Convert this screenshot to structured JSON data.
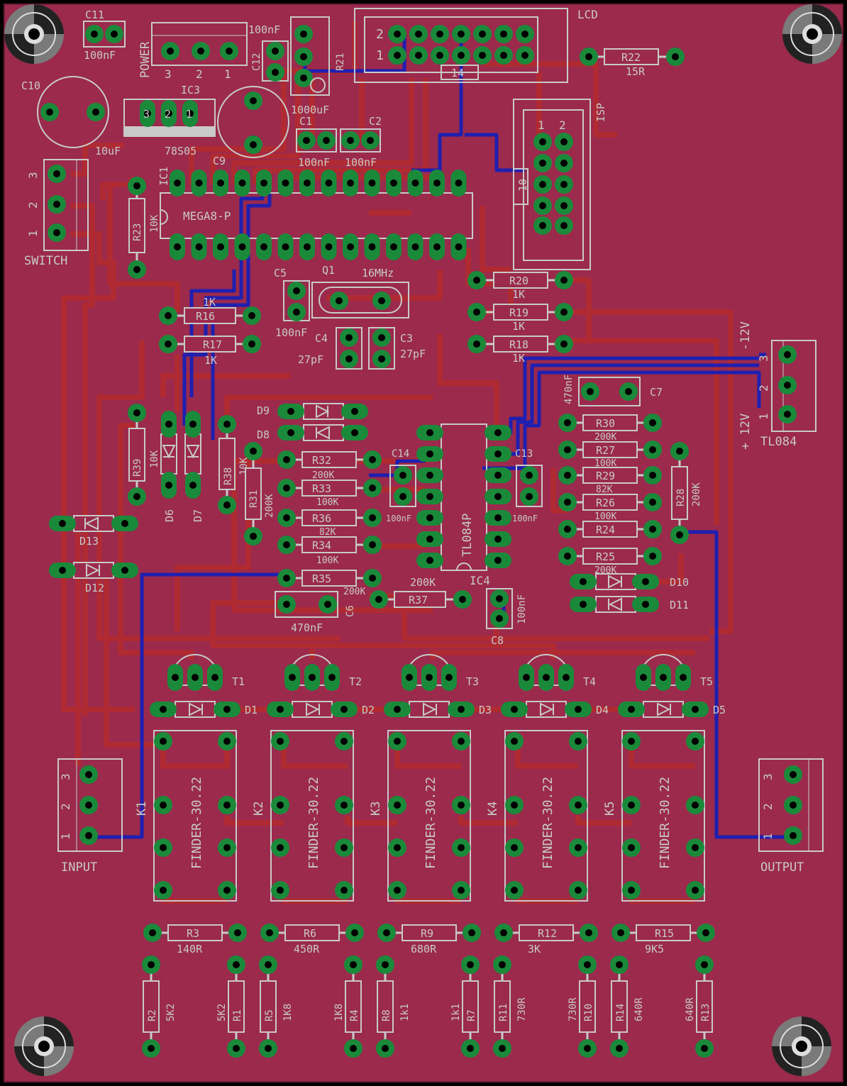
{
  "colors": {
    "background": "#000000",
    "board": "#9b2a4d",
    "top_copper": "#b02a32",
    "bottom_copper": "#1f1fb0",
    "pad": "#1a8a3a",
    "drill": "#000000",
    "silkscreen": "#c9c9c9"
  },
  "components": [
    {
      "ref": "C11",
      "value": "100nF"
    },
    {
      "ref": "POWER",
      "pins": [
        "3",
        "2",
        "1"
      ]
    },
    {
      "ref": "C12",
      "value": "100nF"
    },
    {
      "ref": "R21",
      "value": ""
    },
    {
      "ref": "LCD",
      "pins": [
        "2",
        "1",
        "14"
      ]
    },
    {
      "ref": "R22",
      "value": "15R"
    },
    {
      "ref": "C10",
      "value": "10uF"
    },
    {
      "ref": "IC3",
      "value": "78S05",
      "pins": [
        "3",
        "2",
        "1"
      ]
    },
    {
      "ref": "C9",
      "value": "1000uF"
    },
    {
      "ref": "C1",
      "value": "100nF"
    },
    {
      "ref": "C2",
      "value": "100nF"
    },
    {
      "ref": "ISP",
      "pins": [
        "1",
        "2",
        "10"
      ]
    },
    {
      "ref": "SWITCH",
      "pins": [
        "3",
        "2",
        "1"
      ]
    },
    {
      "ref": "IC1",
      "value": "MEGA8-P"
    },
    {
      "ref": "R23",
      "value": "10K"
    },
    {
      "ref": "Q1",
      "value": "16MHz"
    },
    {
      "ref": "C5",
      "value": "100nF"
    },
    {
      "ref": "C4",
      "value": "27pF"
    },
    {
      "ref": "C3",
      "value": "27pF"
    },
    {
      "ref": "R20",
      "value": "1K"
    },
    {
      "ref": "R19",
      "value": "1K"
    },
    {
      "ref": "R18",
      "value": "1K"
    },
    {
      "ref": "R16",
      "value": "1K"
    },
    {
      "ref": "R17",
      "value": "1K"
    },
    {
      "ref": "TL084",
      "pins": [
        "3",
        "2",
        "1"
      ],
      "labels": [
        "-12V",
        "+ 12V"
      ]
    },
    {
      "ref": "C7",
      "value": "470nF"
    },
    {
      "ref": "R39",
      "value": "10K"
    },
    {
      "ref": "R38",
      "value": "10K"
    },
    {
      "ref": "D6",
      "value": ""
    },
    {
      "ref": "D7",
      "value": ""
    },
    {
      "ref": "D9",
      "value": ""
    },
    {
      "ref": "D8",
      "value": ""
    },
    {
      "ref": "R31",
      "value": "200K"
    },
    {
      "ref": "R32",
      "value": "200K"
    },
    {
      "ref": "R33",
      "value": "100K"
    },
    {
      "ref": "R36",
      "value": "82K"
    },
    {
      "ref": "R34",
      "value": "100K"
    },
    {
      "ref": "R35",
      "value": "200K"
    },
    {
      "ref": "C14",
      "value": "100nF"
    },
    {
      "ref": "IC4",
      "value": "TL084P"
    },
    {
      "ref": "C13",
      "value": "100nF"
    },
    {
      "ref": "R30",
      "value": "200K"
    },
    {
      "ref": "R27",
      "value": "100K"
    },
    {
      "ref": "R29",
      "value": "82K"
    },
    {
      "ref": "R26",
      "value": "100K"
    },
    {
      "ref": "R24",
      "value": "200K"
    },
    {
      "ref": "R25",
      "value": ""
    },
    {
      "ref": "R28",
      "value": "200K"
    },
    {
      "ref": "D13",
      "value": ""
    },
    {
      "ref": "D12",
      "value": ""
    },
    {
      "ref": "D10",
      "value": ""
    },
    {
      "ref": "D11",
      "value": ""
    },
    {
      "ref": "R37",
      "value": "200K"
    },
    {
      "ref": "C6",
      "value": "470nF"
    },
    {
      "ref": "C8",
      "value": "100nF"
    },
    {
      "ref": "INPUT",
      "pins": [
        "3",
        "2",
        "1"
      ]
    },
    {
      "ref": "OUTPUT",
      "pins": [
        "3",
        "2",
        "1"
      ]
    }
  ],
  "stages": [
    {
      "transistor": "T1",
      "diode": "D1",
      "relay": "K1",
      "relay_value": "FINDER-30.22",
      "series_ref": "R3",
      "series_value": "140R",
      "left_ref": "R2",
      "left_value": "5K2",
      "right_ref": "R1",
      "right_value": "5K2"
    },
    {
      "transistor": "T2",
      "diode": "D2",
      "relay": "K2",
      "relay_value": "FINDER-30.22",
      "series_ref": "R6",
      "series_value": "450R",
      "left_ref": "R5",
      "left_value": "1K8",
      "right_ref": "R4",
      "right_value": "1K8"
    },
    {
      "transistor": "T3",
      "diode": "D3",
      "relay": "K3",
      "relay_value": "FINDER-30.22",
      "series_ref": "R9",
      "series_value": "680R",
      "left_ref": "R8",
      "left_value": "1k1",
      "right_ref": "R7",
      "right_value": "1k1"
    },
    {
      "transistor": "T4",
      "diode": "D4",
      "relay": "K4",
      "relay_value": "FINDER-30.22",
      "series_ref": "R12",
      "series_value": "3K",
      "left_ref": "R11",
      "left_value": "730R",
      "right_ref": "R10",
      "right_value": "730R"
    },
    {
      "transistor": "T5",
      "diode": "D5",
      "relay": "K5",
      "relay_value": "FINDER-30.22",
      "series_ref": "R15",
      "series_value": "9K5",
      "left_ref": "R14",
      "left_value": "640R",
      "right_ref": "R13",
      "right_value": "640R"
    }
  ]
}
